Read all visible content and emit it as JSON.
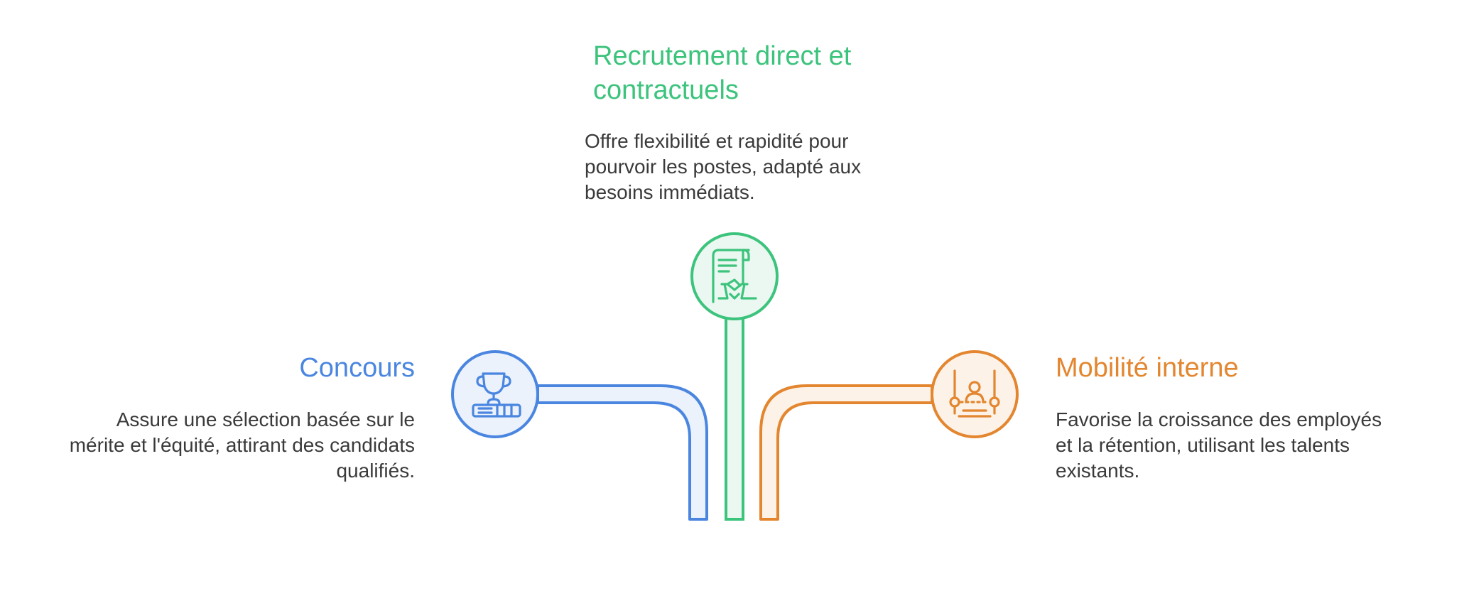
{
  "branches": {
    "center": {
      "title": "Recrutement direct et contractuels",
      "description": "Offre flexibilité et rapidité pour pourvoir les postes, adapté aux besoins immédiats.",
      "color": "#3cc37c",
      "fill": "#ebf8f1",
      "icon": "contract-handshake-icon"
    },
    "left": {
      "title": "Concours",
      "description": "Assure une sélection basée sur le mérite et l'équité, attirant des candidats qualifiés.",
      "color": "#4a86e0",
      "fill": "#ebf2fc",
      "icon": "trophy-books-icon"
    },
    "right": {
      "title": "Mobilité interne",
      "description": "Favorise la croissance des employés et la rétention, utilisant les talents existants.",
      "color": "#e3862f",
      "fill": "#fdf2e8",
      "icon": "person-swing-icon"
    }
  }
}
